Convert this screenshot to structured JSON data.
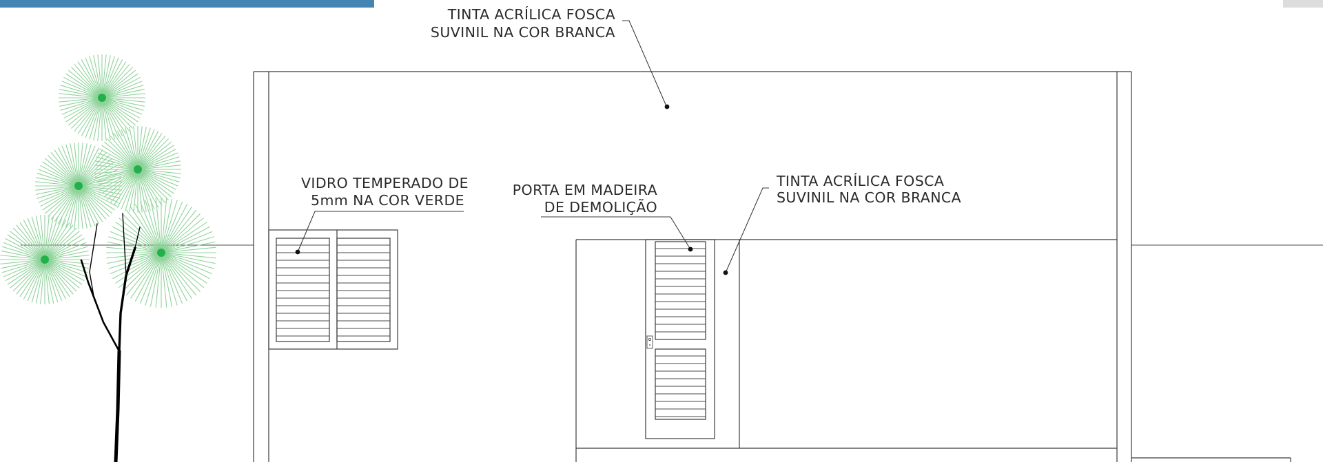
{
  "colors": {
    "top_bar": "#4386b4",
    "top_right_bar": "#dddddd",
    "line": "#3a3a3a",
    "tree_foliage": "#8fd39a",
    "tree_center": "#22b04a",
    "trunk": "#000000"
  },
  "annotations": {
    "top_wall": [
      "TINTA ACRÍLICA FOSCA",
      "SUVINIL NA COR BRANCA"
    ],
    "window": [
      "VIDRO TEMPERADO DE",
      "5mm NA COR VERDE"
    ],
    "door": [
      "PORTA EM MADEIRA",
      "DE DEMOLIÇÃO"
    ],
    "lower_wall": [
      "TINTA ACRÍLICA FOSCA",
      "SUVINIL NA COR BRANCA"
    ]
  },
  "icons": {
    "tree": "tree-icon",
    "foliage": "foliage-cluster-icon",
    "door_lock": "door-lock-icon"
  }
}
